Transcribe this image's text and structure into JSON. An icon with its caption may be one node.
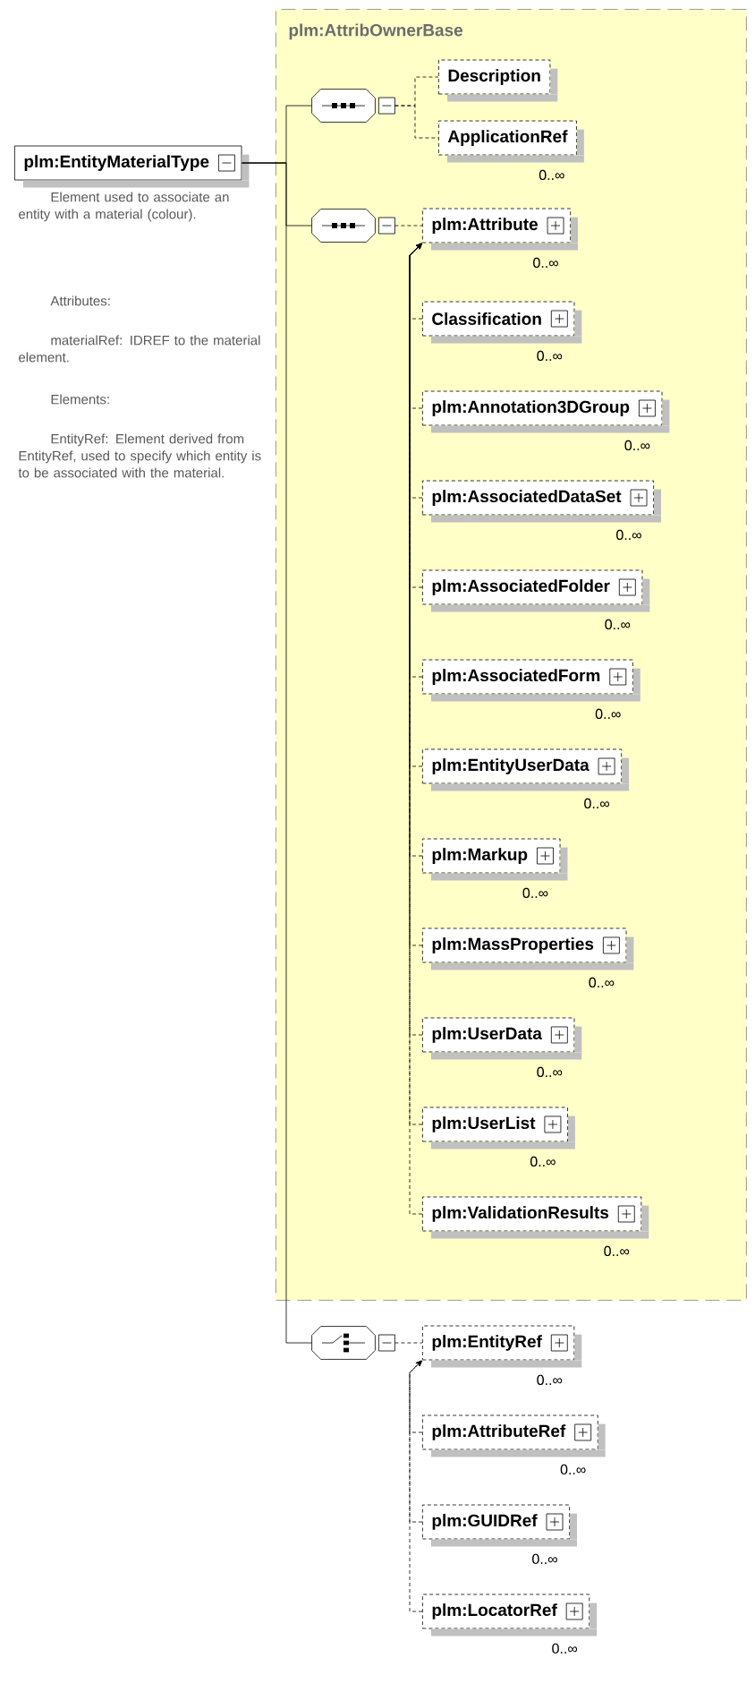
{
  "diagram": {
    "nodes": [
      {
        "text": [
          "plm:EntityMaterialType"
        ],
        "beside": [
          "Element used to associate an entity with a material (colour).",
          "Attributes:",
          "materialRef: IDREF to the material element.",
          "Elements:",
          "EntityRef: Element derived from EntityRef, used to specify which entity is to be associated with the material."
        ]
      },
      {
        "text": [
          "plm:AttribOwnerBase"
        ]
      },
      {
        "text": [],
        "shape": "octagon",
        "in": 1
      },
      {
        "text": [
          "Description"
        ],
        "in": 1
      },
      {
        "text": [
          "ApplicationRef"
        ],
        "beside": [
          "0..∞"
        ],
        "in": 1
      },
      {
        "text": [],
        "shape": "octagon",
        "in": 1
      },
      {
        "text": [
          "plm:Attribute"
        ],
        "beside": [
          "0..∞"
        ],
        "in": 1
      },
      {
        "text": [
          "Classification"
        ],
        "beside": [
          "0..∞"
        ],
        "in": 1
      },
      {
        "text": [
          "plm:Annotation3DGroup"
        ],
        "beside": [
          "0..∞"
        ],
        "in": 1
      },
      {
        "text": [
          "plm:AssociatedDataSet"
        ],
        "beside": [
          "0..∞"
        ],
        "in": 1
      },
      {
        "text": [
          "plm:AssociatedFolder"
        ],
        "beside": [
          "0..∞"
        ],
        "in": 1
      },
      {
        "text": [
          "plm:AssociatedForm"
        ],
        "beside": [
          "0..∞"
        ],
        "in": 1
      },
      {
        "text": [
          "plm:EntityUserData"
        ],
        "beside": [
          "0..∞"
        ],
        "in": 1
      },
      {
        "text": [
          "plm:Markup"
        ],
        "beside": [
          "0..∞"
        ],
        "in": 1
      },
      {
        "text": [
          "plm:MassProperties"
        ],
        "beside": [
          "0..∞"
        ],
        "in": 1
      },
      {
        "text": [
          "plm:UserData"
        ],
        "beside": [
          "0..∞"
        ],
        "in": 1
      },
      {
        "text": [
          "plm:UserList"
        ],
        "beside": [
          "0..∞"
        ],
        "in": 1
      },
      {
        "text": [
          "plm:ValidationResults"
        ],
        "beside": [
          "0..∞"
        ],
        "in": 1
      },
      {
        "text": [],
        "shape": "octagon"
      },
      {
        "text": [
          "plm:EntityRef"
        ],
        "beside": [
          "0..∞"
        ]
      },
      {
        "text": [
          "plm:AttributeRef"
        ],
        "beside": [
          "0..∞"
        ]
      },
      {
        "text": [
          "plm:GUIDRef"
        ],
        "beside": [
          "0..∞"
        ]
      },
      {
        "text": [
          "plm:LocatorRef"
        ],
        "beside": [
          "0..∞"
        ]
      }
    ],
    "edges": [
      {
        "from": 0,
        "to": 2,
        "arrow": "none"
      },
      {
        "from": 0,
        "to": 5,
        "arrow": "none"
      },
      {
        "from": 0,
        "to": 18,
        "arrow": "none"
      },
      {
        "from": 2,
        "to": 3,
        "arrow": "none",
        "style": "dashed"
      },
      {
        "from": 2,
        "to": 4,
        "arrow": "none",
        "style": "dashed"
      },
      {
        "from": 5,
        "to": 6,
        "arrow": "none",
        "style": "dashed"
      },
      {
        "from": 7,
        "to": 6,
        "arrow": "to",
        "style": "dashed"
      },
      {
        "from": 8,
        "to": 6,
        "arrow": "to",
        "style": "dashed"
      },
      {
        "from": 9,
        "to": 6,
        "arrow": "to",
        "style": "dashed"
      },
      {
        "from": 10,
        "to": 6,
        "arrow": "to",
        "style": "dashed"
      },
      {
        "from": 11,
        "to": 6,
        "arrow": "to",
        "style": "dashed"
      },
      {
        "from": 12,
        "to": 6,
        "arrow": "to",
        "style": "dashed"
      },
      {
        "from": 13,
        "to": 6,
        "arrow": "to",
        "style": "dashed"
      },
      {
        "from": 14,
        "to": 6,
        "arrow": "to",
        "style": "dashed"
      },
      {
        "from": 15,
        "to": 6,
        "arrow": "to",
        "style": "dashed"
      },
      {
        "from": 16,
        "to": 6,
        "arrow": "to",
        "style": "dashed"
      },
      {
        "from": 17,
        "to": 6,
        "arrow": "to",
        "style": "dashed"
      },
      {
        "from": 18,
        "to": 19,
        "arrow": "none",
        "style": "dashed"
      },
      {
        "from": 20,
        "to": 19,
        "arrow": "to",
        "style": "dashed"
      },
      {
        "from": 21,
        "to": 19,
        "arrow": "to",
        "style": "dashed"
      },
      {
        "from": 22,
        "to": 19,
        "arrow": "to",
        "style": "dashed"
      }
    ]
  }
}
